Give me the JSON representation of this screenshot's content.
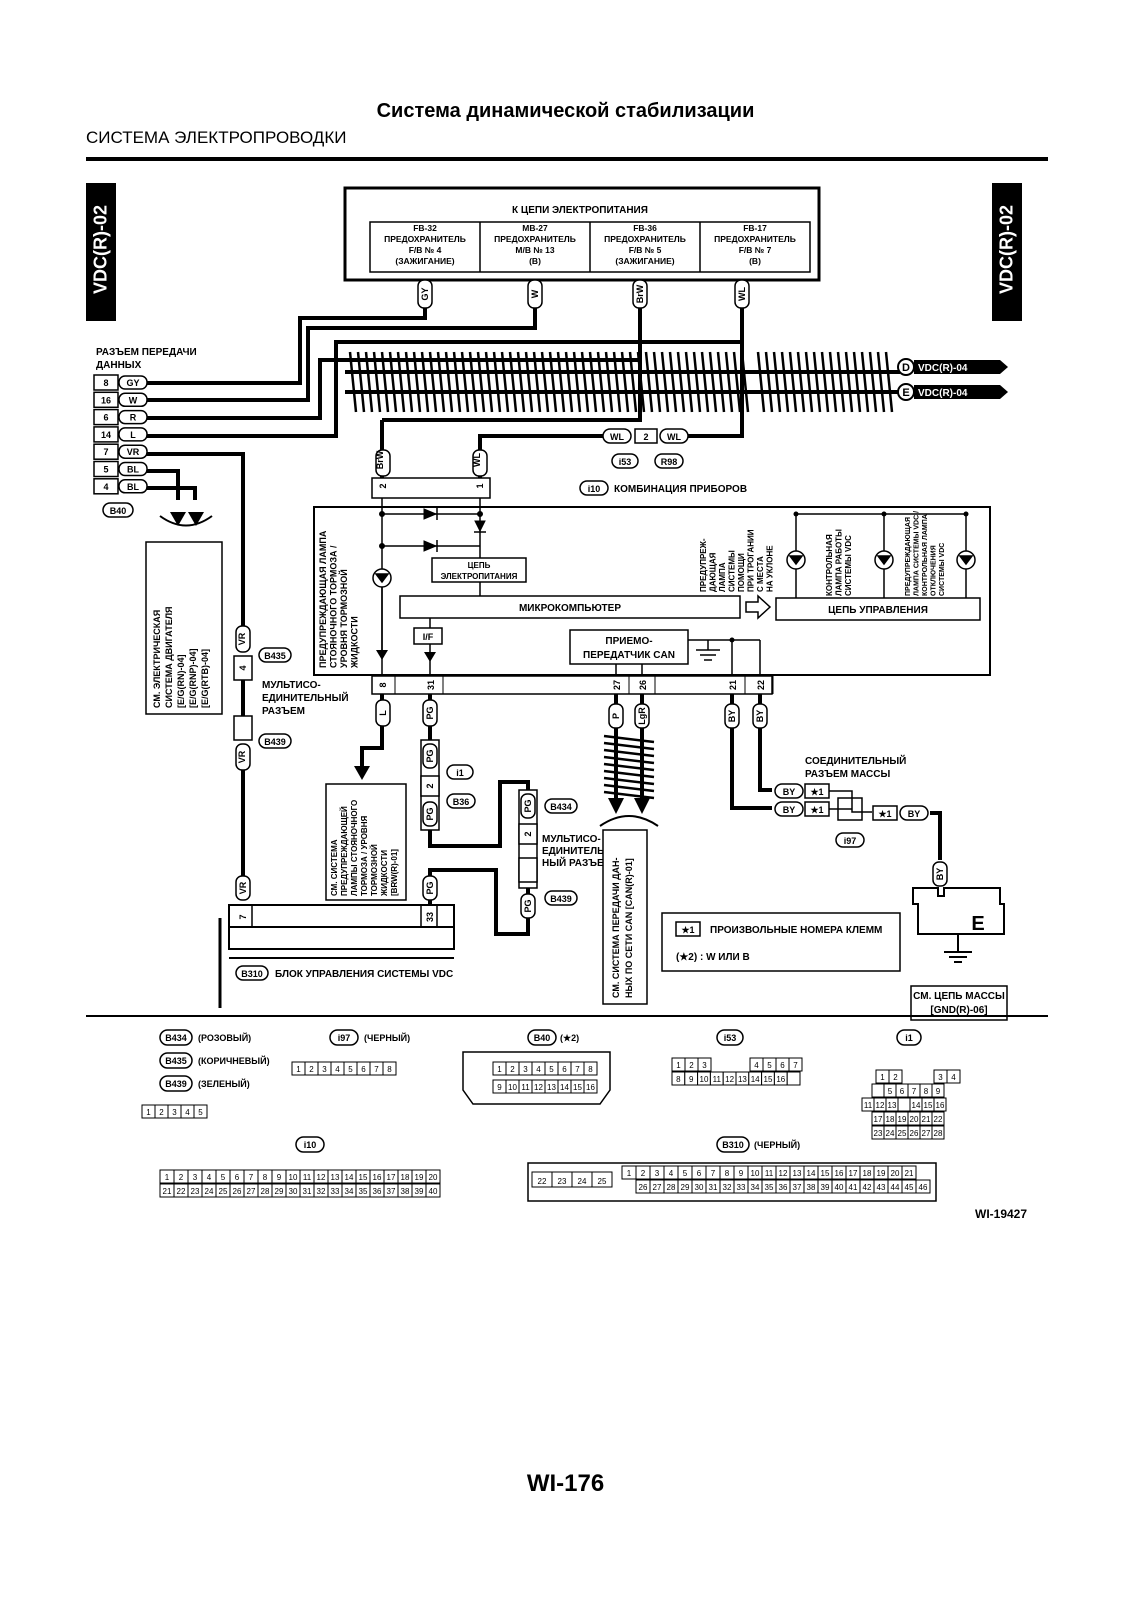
{
  "header": {
    "title": "Система динамической стабилизации",
    "subtitle": "СИСТЕМА ЭЛЕКТРОПРОВОДКИ",
    "tab_left": "VDC(R)-02",
    "tab_right": "VDC(R)-02"
  },
  "power": {
    "title": "К ЦЕПИ ЭЛЕКТРОПИТАНИЯ",
    "fuses": [
      {
        "l1": "FB-32",
        "l2": "ПРЕДОХРАНИТЕЛЬ",
        "l3": "F/B № 4",
        "l4": "(ЗАЖИГАНИЕ)",
        "wire": "GY"
      },
      {
        "l1": "MB-27",
        "l2": "ПРЕДОХРАНИТЕЛЬ",
        "l3": "M/B № 13",
        "l4": "(B)",
        "wire": "W"
      },
      {
        "l1": "FB-36",
        "l2": "ПРЕДОХРАНИТЕЛЬ",
        "l3": "F/B № 5",
        "l4": "(ЗАЖИГАНИЕ)",
        "wire": "BrW"
      },
      {
        "l1": "FB-17",
        "l2": "ПРЕДОХРАНИТЕЛЬ",
        "l3": "F/B № 7",
        "l4": "(B)",
        "wire": "WL"
      }
    ]
  },
  "data_connector": {
    "title1": "РАЗЪЕМ ПЕРЕДАЧИ",
    "title2": "ДАННЫХ",
    "pins": [
      {
        "n": "8",
        "w": "GY"
      },
      {
        "n": "16",
        "w": "W"
      },
      {
        "n": "6",
        "w": "R"
      },
      {
        "n": "14",
        "w": "L"
      },
      {
        "n": "7",
        "w": "VR"
      },
      {
        "n": "5",
        "w": "BL"
      },
      {
        "n": "4",
        "w": "BL"
      }
    ],
    "id": "B40"
  },
  "refs": {
    "d_letter": "D",
    "d_ref": "VDC(R)-04",
    "e_letter": "E",
    "e_ref": "VDC(R)-04"
  },
  "wl_joint": {
    "left": "WL",
    "pin": "2",
    "right": "WL",
    "c1": "i53",
    "c2": "R98"
  },
  "cluster": {
    "id": "i10",
    "label": "КОМБИНАЦИЯ ПРИБОРОВ",
    "top_pin1_wire": "BrW",
    "top_pin1": "2",
    "top_pin2_wire": "WL",
    "top_pin2": "1",
    "power_circuit": [
      "ЦЕПЬ",
      "ЭЛЕКТРОПИТАНИЯ"
    ],
    "micro": "МИКРОКОМПЬЮТЕР",
    "if_label": "I/F",
    "can": [
      "ПРИЕМО-",
      "ПЕРЕДАТЧИК CAN"
    ],
    "control": "ЦЕПЬ УПРАВЛЕНИЯ",
    "brake_lamp": [
      "ПРЕДУПРЕЖДАЮЩАЯ ЛАМПА",
      "СТОЯНОЧНОГО ТОРМОЗА /",
      "УРОВНЯ ТОРМОЗНОЙ",
      "ЖИДКОСТИ"
    ],
    "hill_lamp": [
      "ПРЕДУПРЕЖ-",
      "ДАЮЩАЯ",
      "ЛАМПА",
      "СИСТЕМЫ",
      "ПОМОЩИ",
      "ПРИ ТРОГАНИИ",
      "С МЕСТА",
      "НА УКЛОНЕ"
    ],
    "vdc_lamp": [
      "КОНТРОЛЬНАЯ",
      "ЛАМПА РАБОТЫ",
      "СИСТЕМЫ VDC"
    ],
    "vdc_off_lamp": [
      "ПРЕДУПРЕЖДАЮЩАЯ",
      "ЛАМПА СИСТЕМЫ VDC /",
      "КОНТРОЛЬНАЯ ЛАМПА",
      "ОТКЛЮЧЕНИЯ",
      "СИСТЕМЫ VDC"
    ],
    "bottom_pins": [
      {
        "n": "8",
        "w": "L"
      },
      {
        "n": "31",
        "w": "PG"
      },
      {
        "n": "27",
        "w": "P"
      },
      {
        "n": "26",
        "w": "LgR"
      },
      {
        "n": "21",
        "w": "BY"
      },
      {
        "n": "22",
        "w": "BY"
      }
    ]
  },
  "multi1": {
    "id_top": "B435",
    "id_bottom": "B439",
    "label": [
      "МУЛЬТИСО-",
      "ЕДИНИТЕЛЬНЫЙ",
      "РАЗЪЕМ"
    ],
    "pin": "4",
    "wire_top": "VR",
    "wire_bottom": "VR"
  },
  "see_engine": [
    "СМ. ЭЛЕКТРИЧЕСКАЯ",
    "СИСТЕМА ДВИГАТЕЛЯ",
    "[E/G(RN)-04]",
    "[E/G(RNP)-04]",
    "[E/G(RTB)-04]"
  ],
  "see_brake": [
    "СМ. СИСТЕМА",
    "ПРЕДУПРЕЖДАЮЩЕЙ",
    "ЛАМПЫ СТОЯНОЧНОГО",
    "ТОРМОЗА / УРОВНЯ",
    "ТОРМОЗНОЙ",
    "ЖИДКОСТИ",
    "[BRW(R)-01]"
  ],
  "i1_joint": {
    "wire": "PG",
    "pin": "2",
    "wire_bottom": "PG",
    "c1": "i1",
    "c2": "B36"
  },
  "multi2": {
    "id_top": "B434",
    "id_bottom": "B439",
    "label": [
      "МУЛЬТИСО-",
      "ЕДИНИТЕЛЬ-",
      "НЫЙ РАЗЪЕМ"
    ],
    "pin": "2",
    "wire_top": "PG",
    "wire_bottom": "PG"
  },
  "see_can": [
    "СМ. СИСТЕМА ПЕРЕДАЧИ ДАН-",
    "НЫХ ПО СЕТИ CAN [CAN(R)-01]"
  ],
  "ground_joint": {
    "title": [
      "СОЕДИНИТЕЛЬНЫЙ",
      "РАЗЪЕМ МАССЫ"
    ],
    "w1": "BY",
    "w2": "BY",
    "star": "★1",
    "out": "BY",
    "id": "i97",
    "wire_down": "BY",
    "ground": "E"
  },
  "see_ground": [
    "СМ. ЦЕПЬ МАССЫ",
    "[GND(R)-06]"
  ],
  "legend": {
    "star": "★1",
    "star_text": "ПРОИЗВОЛЬНЫЕ НОМЕРА КЛЕММ",
    "note": "(★2)  : W ИЛИ B"
  },
  "vdc_unit": {
    "id": "B310",
    "label": "БЛОК УПРАВЛЕНИЯ СИСТЕМЫ VDC",
    "pin1": "7",
    "w1": "VR",
    "pin2": "33",
    "w2": "PG"
  },
  "connectors": {
    "b434": "B434",
    "b434_note": "(РОЗОВЫЙ)",
    "b435": "B435",
    "b435_note": "(КОРИЧНЕВЫЙ)",
    "b439": "B439",
    "b439_note": "(ЗЕЛЕНЫЙ)",
    "i97": "i97",
    "i97_note": "(ЧЕРНЫЙ)",
    "b40": "B40",
    "b40_note": "(★2)",
    "i53": "i53",
    "i1": "i1",
    "i10": "i10",
    "b310": "B310",
    "b310_note": "(ЧЕРНЫЙ)"
  },
  "figure_code": "WI-19427",
  "page_number": "WI-176"
}
